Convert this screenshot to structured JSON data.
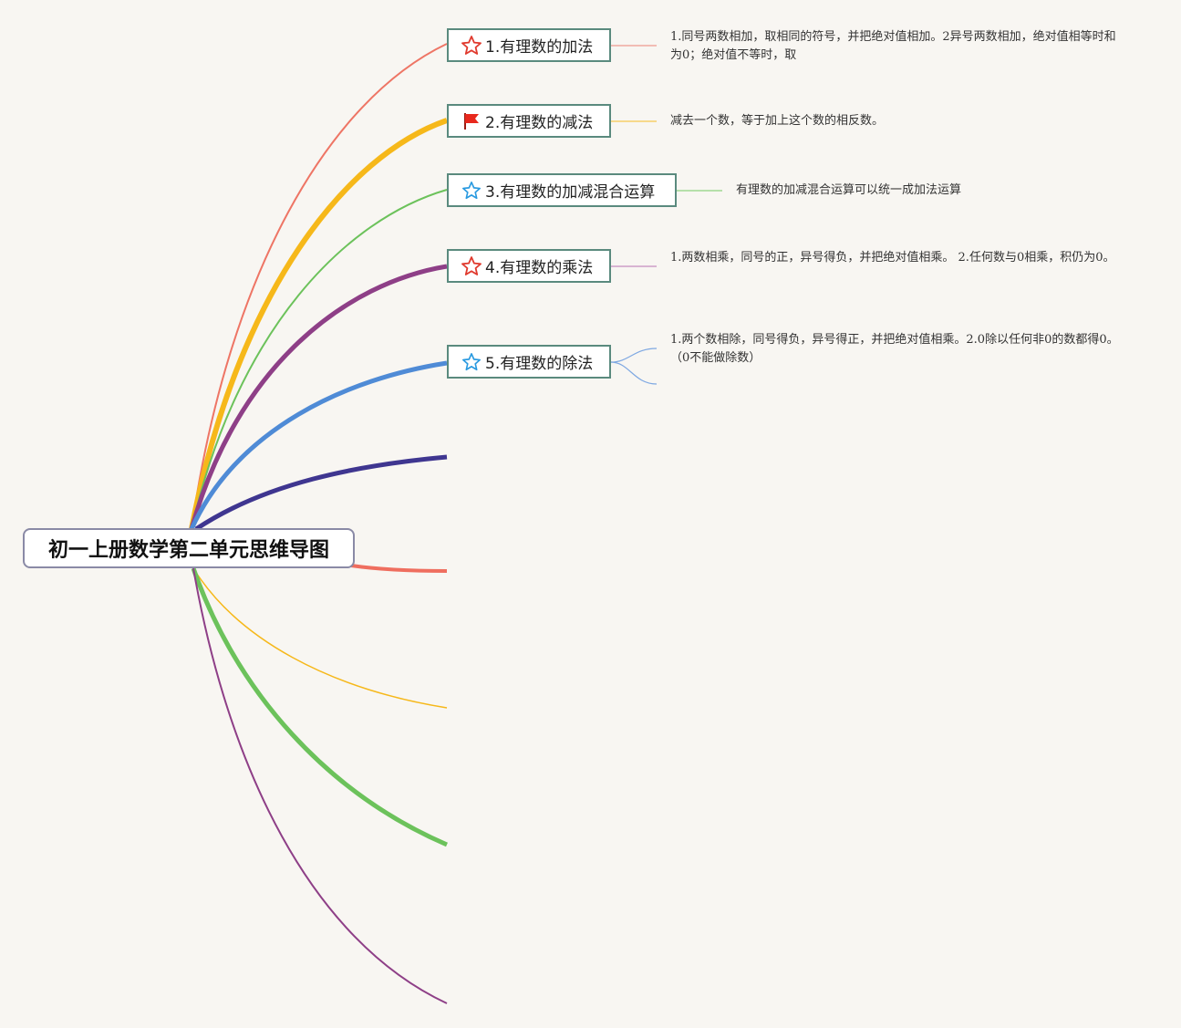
{
  "root": {
    "label": "初一上册数学第二单元思维导图"
  },
  "topics": [
    {
      "label": "1.有理数的加法",
      "icon": "red-star-icon",
      "color": "#ee7565",
      "note": "1.同号两数相加，取相同的符号，并把绝对值相加。2异号两数相加，绝对值相等时和为0；绝对值不等时，取"
    },
    {
      "label": "2.有理数的减法",
      "icon": "red-flag-icon",
      "color": "#f6b81a",
      "note": "减去一个数，等于加上这个数的相反数。"
    },
    {
      "label": "3.有理数的加减混合运算",
      "icon": "blue-star-icon",
      "color": "#6cc25b",
      "note": "有理数的加减混合运算可以统一成加法运算"
    },
    {
      "label": "4.有理数的乘法",
      "icon": "red-star-icon",
      "color": "#8e3f87",
      "note": "1.两数相乘，同号的正，异号得负，并把绝对值相乘。 2.任何数与0相乘，积仍为0。"
    },
    {
      "label": "5.有理数的除法",
      "icon": "blue-star-icon",
      "color": "#4f8bd6",
      "note": "1.两个数相除，同号得负，异号得正，并把绝对值相乘。2.0除以任何非0的数都得0。（0不能做除数）"
    }
  ],
  "colors": {
    "branch_navy": "#3f3690",
    "branch_salmon": "#ef6e5f",
    "branch_yellow": "#f6b81a",
    "branch_green": "#6cc25b",
    "branch_purple": "#8e3f87"
  }
}
